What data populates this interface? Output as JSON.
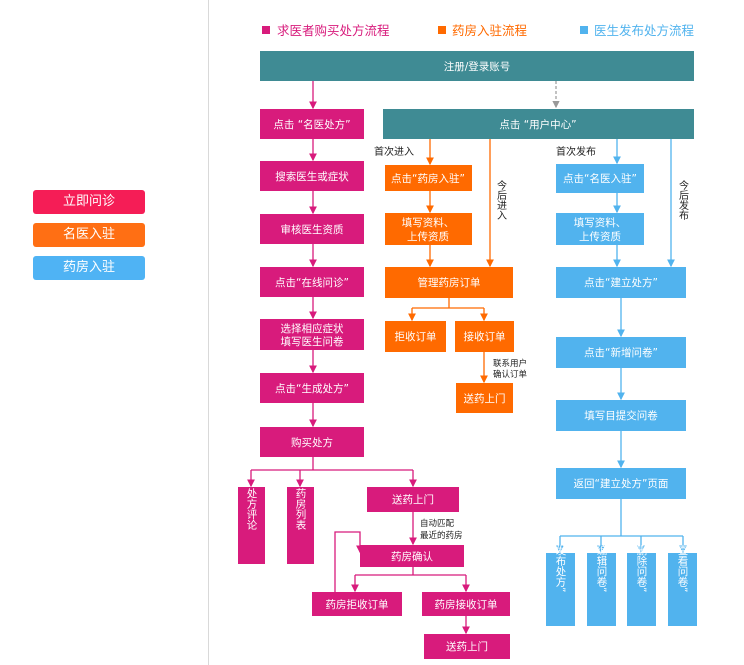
{
  "colors": {
    "pink": "#d81b7c",
    "orange": "#ff6a00",
    "blue": "#51b3ee",
    "teal": "#3f8b94",
    "side_red": "#f51d56",
    "side_orange": "#ff6f14",
    "side_blue": "#4fb3f4",
    "dashed_gray": "#999999"
  },
  "sidebar": {
    "items": [
      {
        "label": "立即问诊"
      },
      {
        "label": "名医入驻"
      },
      {
        "label": "药房入驻"
      }
    ]
  },
  "legend": {
    "patient": "求医者购买处方流程",
    "pharmacy": "药房入驻流程",
    "doctor": "医生发布处方流程"
  },
  "nodes": {
    "register": "注册/登录账号",
    "user_center": "点击 “用户中心”",
    "p_famous": "点击 “名医处方”",
    "p_search": "搜索医生或症状",
    "p_review": "审核医生资质",
    "p_online": "点击“在线问诊”",
    "p_select_1": "选择相应症状",
    "p_select_2": "填写医生问卷",
    "p_generate": "点击“生成处方”",
    "p_buy": "购买处方",
    "p_comment": "处方评论",
    "p_list": "药房列表",
    "p_deliver": "送药上门",
    "p_confirm": "药房确认",
    "p_reject": "药房拒收订单",
    "p_accept": "药房接收订单",
    "p_deliver2": "送药上门",
    "o_enter": "点击“药房入驻”",
    "o_fill_1": "填写资料、",
    "o_fill_2": "上传资质",
    "o_manage": "管理药房订单",
    "o_reject": "拒收订单",
    "o_accept": "接收订单",
    "o_deliver": "送药上门",
    "d_enter": "点击“名医入驻”",
    "d_fill_1": "填写资料、",
    "d_fill_2": "上传资质",
    "d_create": "点击“建立处方”",
    "d_add": "点击“新增问卷”",
    "d_submit": "填写目提交问卷",
    "d_return": "返回“建立处方”页面",
    "d_publish": "“发布处方”",
    "d_edit": "“编辑问卷”",
    "d_delete": "“删除问卷”",
    "d_view": "“查看问卷”"
  },
  "labels": {
    "first_enter": "首次进入",
    "later_enter": "今后进入",
    "first_publish": "首次发布",
    "later_publish": "今后发布",
    "contact_1": "联系用户",
    "contact_2": "确认订单",
    "auto_1": "自动匹配",
    "auto_2": "最近的药房"
  }
}
